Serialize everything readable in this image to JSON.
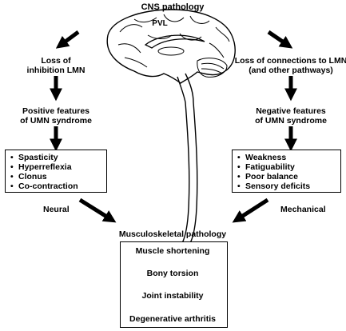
{
  "title": "CNS pathology",
  "brain_label": "PVL",
  "left": {
    "heading_line1": "Loss of",
    "heading_line2": "inhibition LMN",
    "features_line1": "Positive features",
    "features_line2": "of UMN syndrome",
    "items": [
      "Spasticity",
      "Hyperreflexia",
      "Clonus",
      "Co-contraction"
    ],
    "arrow_label": "Neural"
  },
  "right": {
    "heading_line1": "Loss of connections to LMN",
    "heading_line2": "(and other pathways)",
    "features_line1": "Negative features",
    "features_line2": "of UMN syndrome",
    "items": [
      "Weakness",
      "Fatiguability",
      "Poor balance",
      "Sensory deficits"
    ],
    "arrow_label": "Mechanical"
  },
  "bottom": {
    "heading": "Musculoskeletal pathology",
    "steps": [
      "Muscle shortening",
      "Bony torsion",
      "Joint instability",
      "Degenerative arthritis"
    ]
  }
}
